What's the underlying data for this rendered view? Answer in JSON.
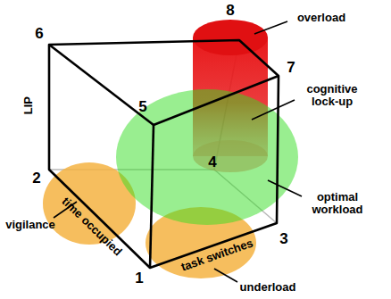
{
  "diagram": {
    "labels": [
      "8",
      "6",
      "7",
      "5",
      "4",
      "2",
      "3",
      "1",
      "LIP",
      "time occupied",
      "task switches",
      "overload",
      "cognitive lock-up",
      "optimal workload",
      "vigilance",
      "underload"
    ]
  }
}
